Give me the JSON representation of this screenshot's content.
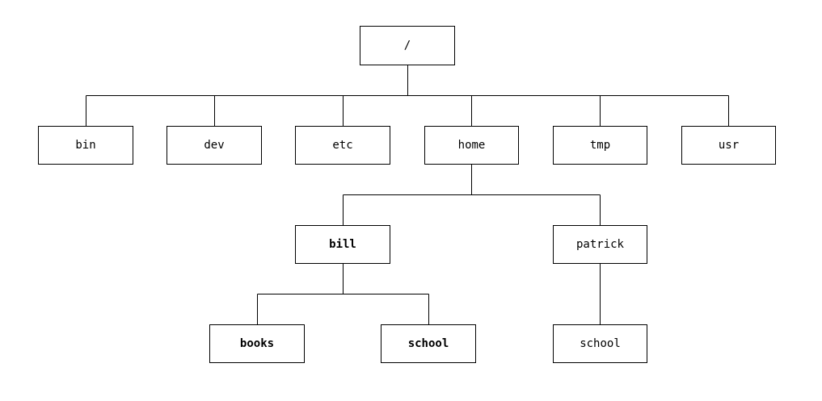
{
  "tree": {
    "nodes": [
      {
        "id": "root",
        "label": "/",
        "bold": false
      },
      {
        "id": "bin",
        "label": "bin",
        "bold": false
      },
      {
        "id": "dev",
        "label": "dev",
        "bold": false
      },
      {
        "id": "etc",
        "label": "etc",
        "bold": false
      },
      {
        "id": "home",
        "label": "home",
        "bold": false
      },
      {
        "id": "tmp",
        "label": "tmp",
        "bold": false
      },
      {
        "id": "usr",
        "label": "usr",
        "bold": false
      },
      {
        "id": "bill",
        "label": "bill",
        "bold": true
      },
      {
        "id": "patrick",
        "label": "patrick",
        "bold": false
      },
      {
        "id": "books",
        "label": "books",
        "bold": true
      },
      {
        "id": "school-bill",
        "label": "school",
        "bold": true
      },
      {
        "id": "school-patrick",
        "label": "school",
        "bold": false
      }
    ],
    "edges": [
      {
        "parent": "root",
        "children": [
          "bin",
          "dev",
          "etc",
          "home",
          "tmp",
          "usr"
        ]
      },
      {
        "parent": "home",
        "children": [
          "bill",
          "patrick"
        ]
      },
      {
        "parent": "bill",
        "children": [
          "books",
          "school-bill"
        ]
      },
      {
        "parent": "patrick",
        "children": [
          "school-patrick"
        ]
      }
    ]
  }
}
